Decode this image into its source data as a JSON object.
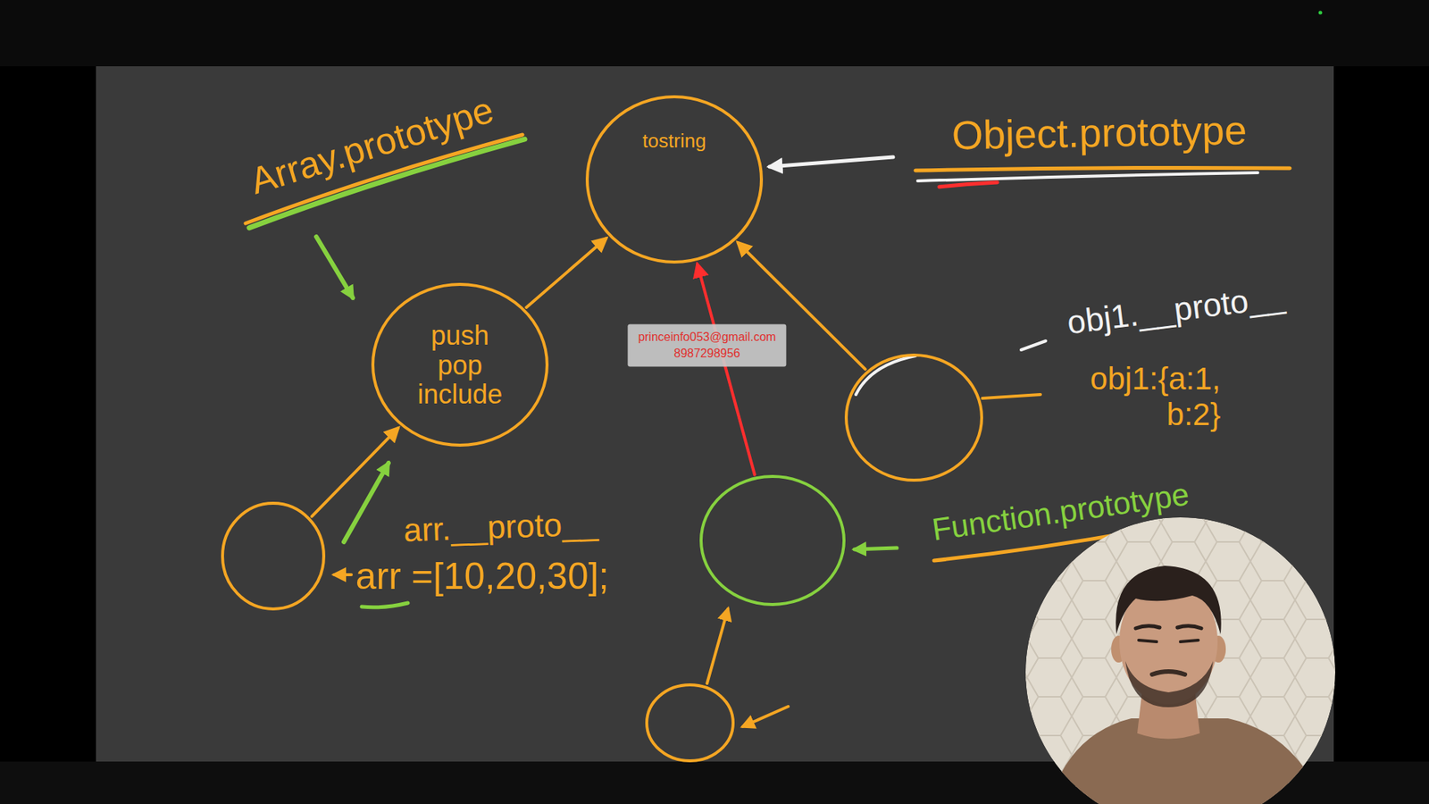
{
  "diagram": {
    "nodes": [
      {
        "text": [
          "tostring"
        ]
      },
      {
        "text": [
          "push pop include"
        ]
      },
      {
        "text": [
          "obj1:{a:1, b:2}"
        ]
      },
      {
        "text": [
          "Function.prototype"
        ]
      },
      {
        "text": [
          "arr =[10,20,30];"
        ]
      }
    ],
    "edges": [
      {
        "from": 1,
        "to": 0,
        "arrow": "to"
      },
      {
        "from": 2,
        "to": 0,
        "arrow": "to"
      },
      {
        "from": 3,
        "to": 0,
        "arrow": "to"
      },
      {
        "from": 4,
        "to": 1,
        "arrow": "to"
      }
    ],
    "labels": [
      "Array.prototype",
      "Object.prototype",
      "obj1.__proto__",
      "princeinfo053@gmail.com",
      "8987298956",
      "arr.__proto__"
    ]
  }
}
